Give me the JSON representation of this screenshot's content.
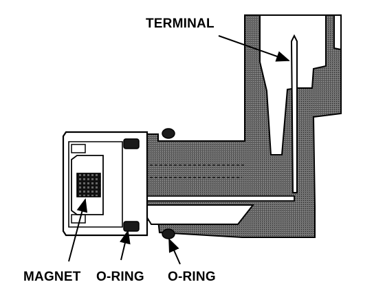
{
  "diagram": {
    "labels": {
      "terminal": "TERMINAL",
      "magnet": "MAGNET",
      "o_ring_left": "O-RING",
      "o_ring_right": "O-RING"
    },
    "colors": {
      "ink": "#000000",
      "body_fill": "#6a6a6a",
      "paper": "#ffffff"
    }
  }
}
